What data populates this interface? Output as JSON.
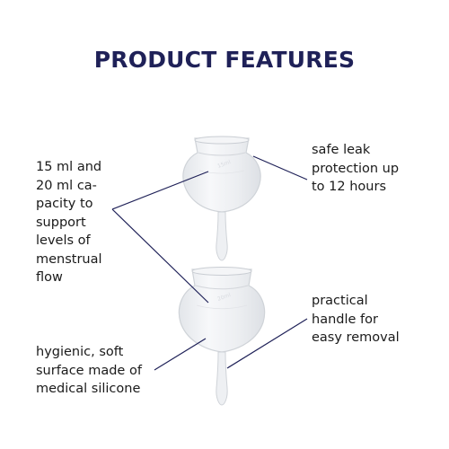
{
  "title": "PRODUCT FEATURES",
  "features": {
    "capacity": "15 ml and\n20 ml ca-\npacity to\nsupport\nlevels of\nmenstrual\nflow",
    "leak": "safe leak\nprotection up\nto 12 hours",
    "handle": "practical\nhandle for\neasy removal",
    "hygienic": "hygienic, soft\nsurface made of\nmedical silicone"
  },
  "colors": {
    "title": "#1f2158",
    "text": "#1a1a1a",
    "leader_line": "#1f2158",
    "cup_outline": "#cfd3d8",
    "cup_fill": "#eef0f3"
  }
}
